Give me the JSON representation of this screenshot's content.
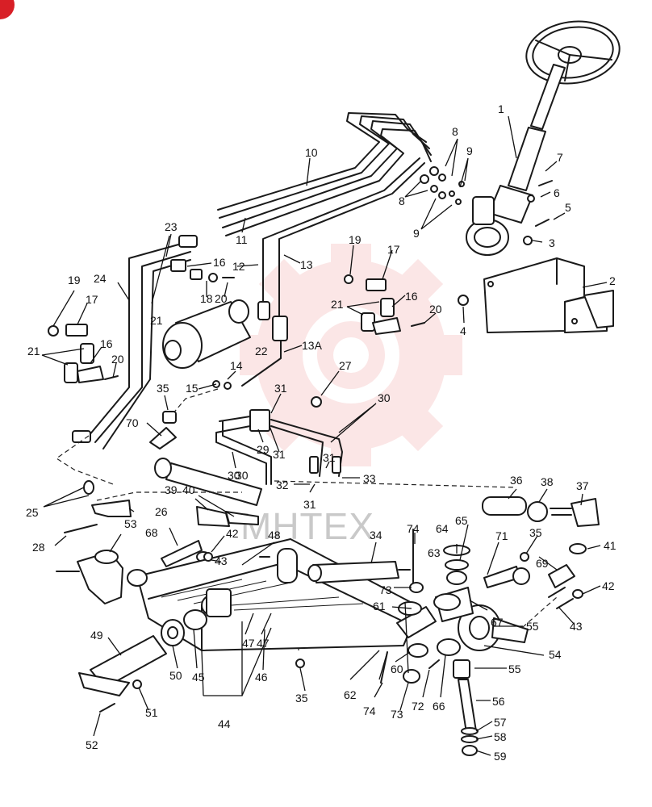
{
  "colors": {
    "ink": "#111111",
    "watermark": "#f4b8b8",
    "corner_badge": "#d81f26"
  },
  "watermark": {
    "text": "MHTEX"
  },
  "callouts": [
    "1",
    "2",
    "3",
    "4",
    "5",
    "6",
    "7",
    "8",
    "8",
    "9",
    "9",
    "10",
    "11",
    "12",
    "13",
    "13A",
    "14",
    "15",
    "16",
    "16",
    "16",
    "17",
    "17",
    "18",
    "19",
    "19",
    "20",
    "20",
    "20",
    "21",
    "21",
    "21",
    "22",
    "23",
    "24",
    "25",
    "26",
    "27",
    "28",
    "29",
    "30",
    "30",
    "30",
    "31",
    "31",
    "31",
    "31",
    "32",
    "33",
    "34",
    "35",
    "35",
    "35",
    "36",
    "37",
    "38",
    "39",
    "40",
    "41",
    "42",
    "42",
    "43",
    "43",
    "44",
    "45",
    "46",
    "47",
    "47",
    "48",
    "49",
    "50",
    "51",
    "52",
    "53",
    "54",
    "55",
    "55",
    "56",
    "57",
    "58",
    "59",
    "60",
    "61",
    "62",
    "63",
    "64",
    "65",
    "66",
    "67",
    "68",
    "69",
    "70",
    "71",
    "72",
    "73",
    "73",
    "74",
    "74"
  ]
}
